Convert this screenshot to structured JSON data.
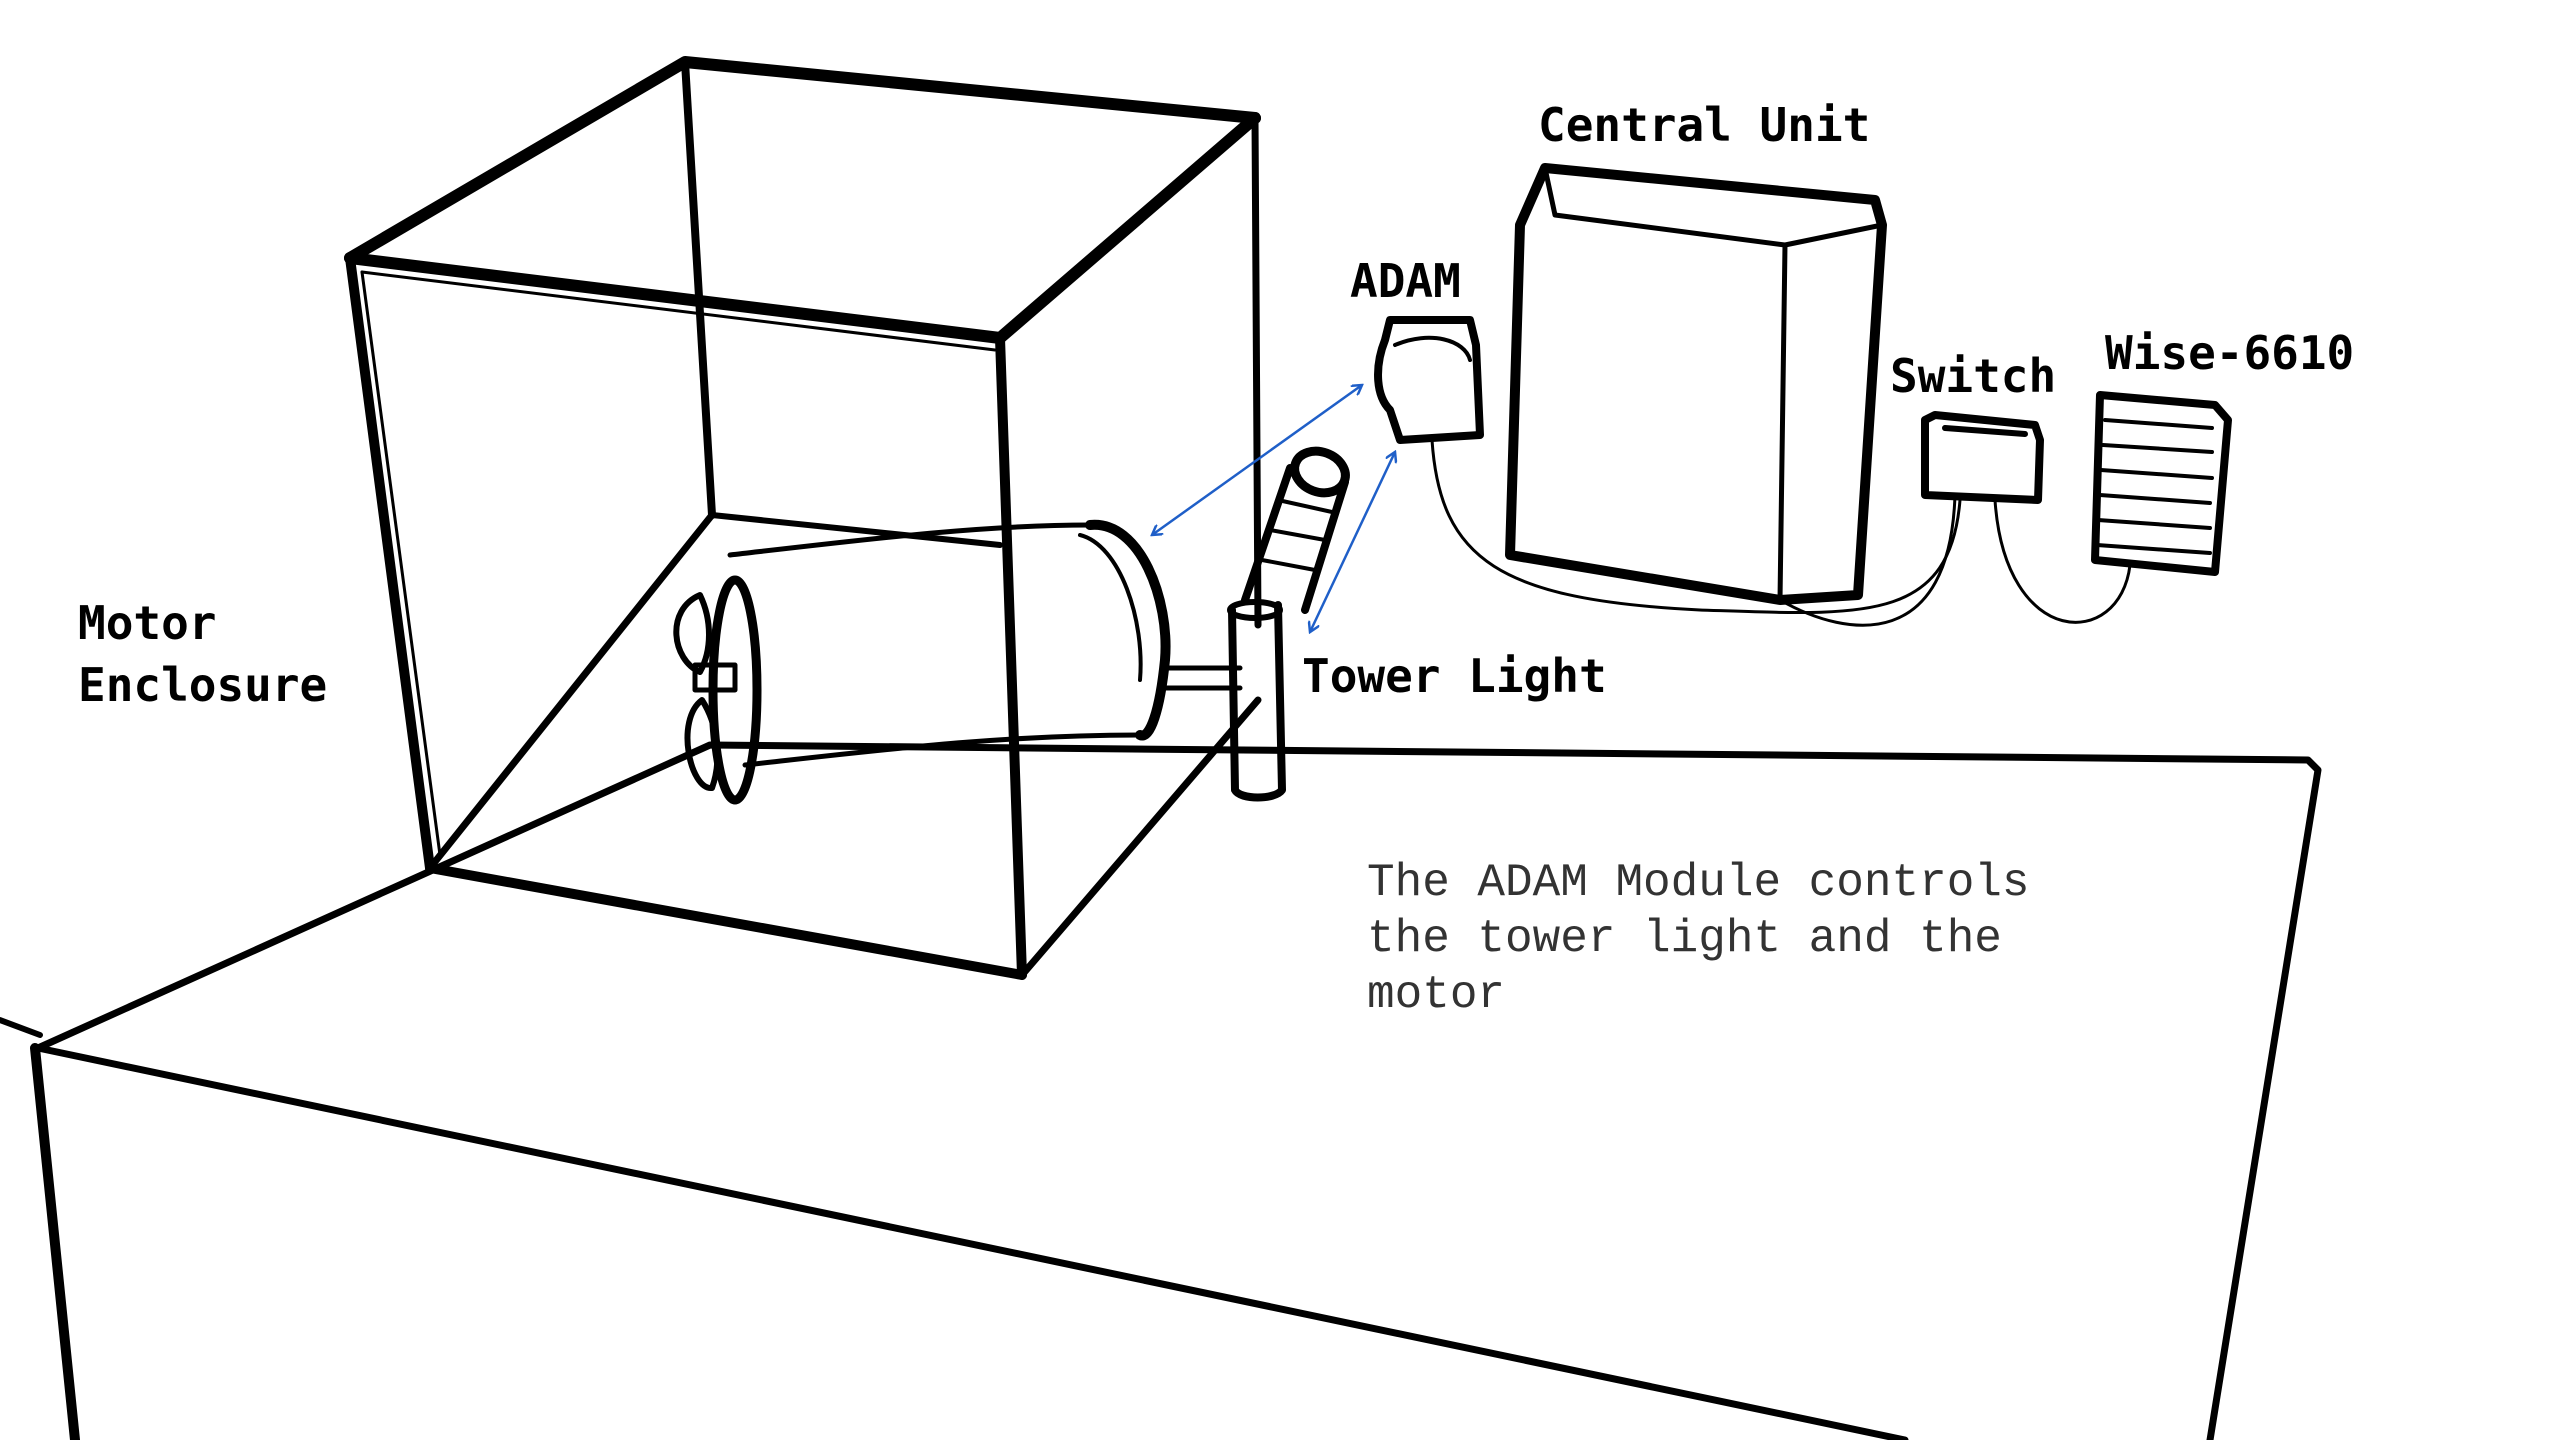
{
  "labels": {
    "central_unit": "Central Unit",
    "adam": "ADAM",
    "switch": "Switch",
    "wise": "Wise-6610",
    "motor_line1": "Motor",
    "motor_line2": "Enclosure",
    "tower_light": "Tower Light"
  },
  "note": "The ADAM Module controls the tower light and the motor",
  "colors": {
    "ink": "#000000",
    "arrow": "#1f5fc8",
    "note_text": "#333333",
    "background": "#ffffff"
  }
}
